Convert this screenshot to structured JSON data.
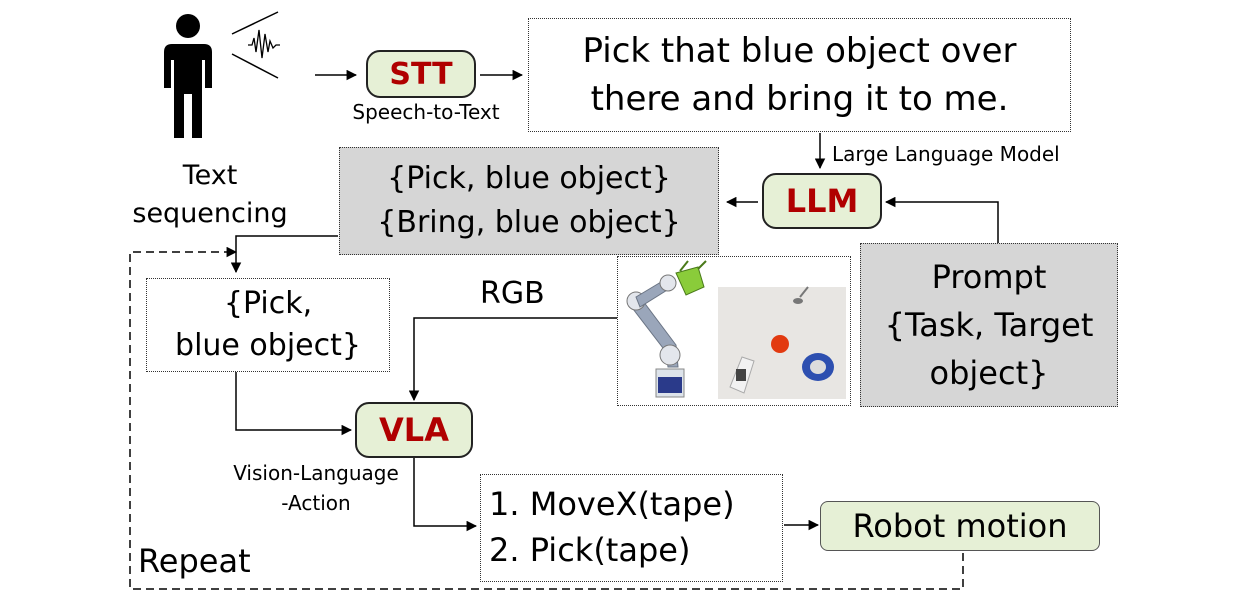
{
  "stt": {
    "label": "STT",
    "caption": "Speech-to-Text"
  },
  "transcript": {
    "line1": "Pick that blue object over",
    "line2": "there and bring it to me."
  },
  "llm": {
    "label": "LLM",
    "caption": "Large Language Model"
  },
  "sequence": {
    "line1": "{Pick, blue object}",
    "line2": "{Bring, blue object}"
  },
  "text_sequencing": {
    "line1": "Text",
    "line2": "sequencing"
  },
  "current_task": {
    "line1": "{Pick,",
    "line2": "blue object}"
  },
  "rgb_label": "RGB",
  "prompt": {
    "line1": "Prompt",
    "line2": "{Task, Target",
    "line3": "object}"
  },
  "vla": {
    "label": "VLA",
    "caption_line1": "Vision-Language",
    "caption_line2": "-Action"
  },
  "actions": {
    "line1": "1. MoveX(tape)",
    "line2": "2. Pick(tape)"
  },
  "robot_motion": "Robot motion",
  "repeat_label": "Repeat",
  "colors": {
    "module_fill": "#e6f0d6",
    "module_text": "#b00000",
    "gray_fill": "#d6d6d6"
  }
}
